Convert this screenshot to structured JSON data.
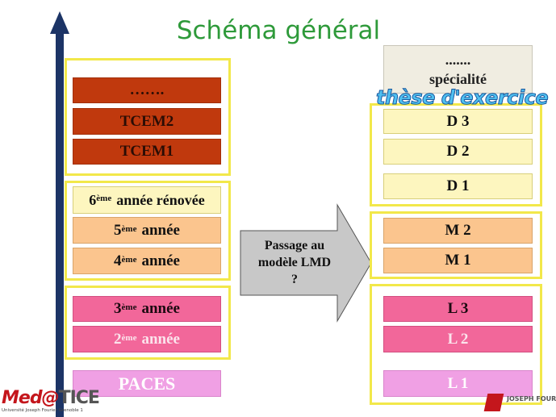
{
  "title": "Schéma général",
  "left": {
    "group1": [
      "…….",
      "TCEM2",
      "TCEM1"
    ],
    "group2": [
      {
        "num": "6",
        "sup": "ème",
        "label": "année rénovée"
      },
      {
        "num": "5",
        "sup": "ème",
        "label": "année"
      },
      {
        "num": "4",
        "sup": "ème",
        "label": "année"
      }
    ],
    "group3": [
      {
        "num": "3",
        "sup": "ème",
        "label": "année"
      },
      {
        "num": "2",
        "sup": "ème",
        "label": "année"
      }
    ],
    "paces": "PACES"
  },
  "arrow": {
    "line1": "Passage au",
    "line2": "modèle LMD",
    "line3": "?"
  },
  "right": {
    "specialite": {
      "line1": ".......",
      "line2": "spécialité"
    },
    "these": "thèse d'exercice",
    "doctorat": [
      "D 3",
      "D 2",
      "D 1"
    ],
    "master": [
      "M 2",
      "M 1"
    ],
    "licence": [
      "L 3",
      "L 2",
      "L 1"
    ]
  },
  "logos": {
    "left_main_a": "Med@",
    "left_main_b": "TICE",
    "left_sub": "Université Joseph Fourier Grenoble 1",
    "right": "JOSEPH FOURIER"
  },
  "colors": {
    "title": "#2e9a3a",
    "timeline": "#1c3466",
    "group_border": "#f2e84a",
    "dark_box": "#c0390d",
    "cream_box": "#fdf6bf",
    "peach_box": "#fbc58e",
    "pink_box": "#f2679a",
    "pale_pink_box": "#f0a0e4",
    "arrow_fill": "#c8c8c8"
  }
}
